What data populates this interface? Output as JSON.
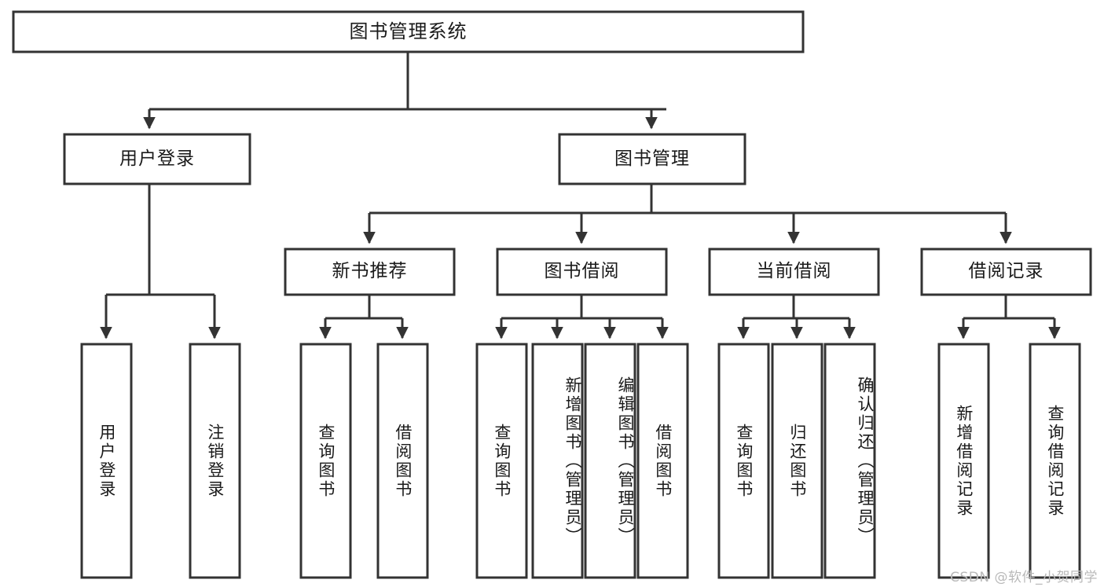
{
  "diagram": {
    "title": "图书管理系统",
    "type": "tree-hierarchy-chart",
    "orientation": "top-down",
    "root": {
      "id": "root",
      "label": "图书管理系统"
    },
    "level2": [
      {
        "id": "user-login",
        "label": "用户登录"
      },
      {
        "id": "book-manage",
        "label": "图书管理"
      }
    ],
    "level3": [
      {
        "id": "new-book-rec",
        "label": "新书推荐",
        "parent": "book-manage"
      },
      {
        "id": "book-borrow",
        "label": "图书借阅",
        "parent": "book-manage"
      },
      {
        "id": "current-borrow",
        "label": "当前借阅",
        "parent": "book-manage"
      },
      {
        "id": "borrow-record",
        "label": "借阅记录",
        "parent": "book-manage"
      }
    ],
    "leaves": [
      {
        "id": "leaf-user-login",
        "label": "用户登录",
        "parent": "user-login"
      },
      {
        "id": "leaf-logout",
        "label": "注销登录",
        "parent": "user-login"
      },
      {
        "id": "leaf-query-book-1",
        "label": "查询图书",
        "parent": "new-book-rec"
      },
      {
        "id": "leaf-borrow-book-1",
        "label": "借阅图书",
        "parent": "new-book-rec"
      },
      {
        "id": "leaf-query-book-2",
        "label": "查询图书",
        "parent": "book-borrow"
      },
      {
        "id": "leaf-add-book",
        "label": "新增图书（管理员）",
        "parent": "book-borrow"
      },
      {
        "id": "leaf-edit-book",
        "label": "编辑图书（管理员）",
        "parent": "book-borrow"
      },
      {
        "id": "leaf-borrow-book-2",
        "label": "借阅图书",
        "parent": "book-borrow"
      },
      {
        "id": "leaf-query-book-3",
        "label": "查询图书",
        "parent": "current-borrow"
      },
      {
        "id": "leaf-return-book",
        "label": "归还图书",
        "parent": "current-borrow"
      },
      {
        "id": "leaf-confirm-return",
        "label": "确认归还（管理员）",
        "parent": "current-borrow"
      },
      {
        "id": "leaf-add-record",
        "label": "新增借阅记录",
        "parent": "borrow-record"
      },
      {
        "id": "leaf-query-record",
        "label": "查询借阅记录",
        "parent": "borrow-record"
      }
    ],
    "colors": {
      "box_fill": "#ffffff",
      "box_stroke": "#333333",
      "connector": "#333333",
      "text": "#1a1a1a",
      "background": "#ffffff",
      "watermark": "#b9b9b9"
    }
  },
  "watermark": {
    "text": "CSDN @软件_小贺同学"
  }
}
